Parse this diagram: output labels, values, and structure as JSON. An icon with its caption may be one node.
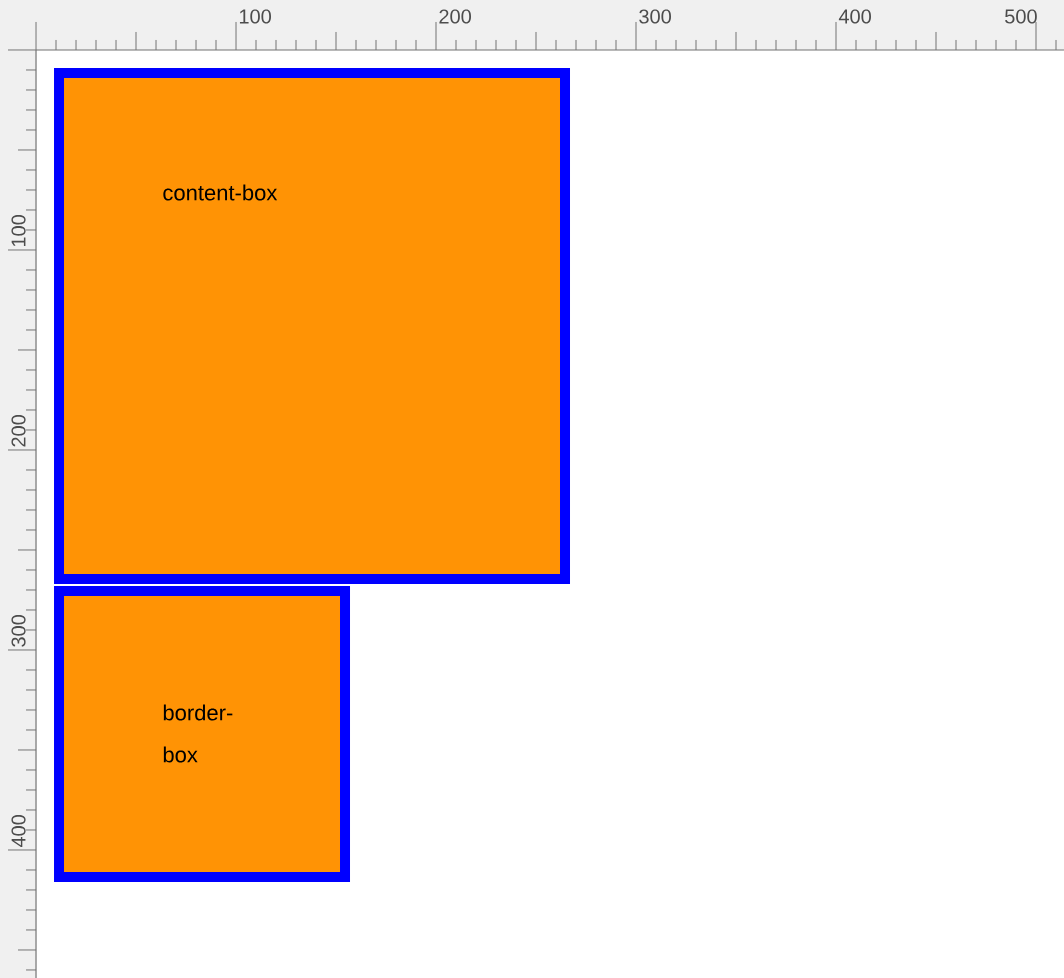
{
  "diagram": {
    "nodes": [
      {
        "text": [
          "content-box"
        ]
      },
      {
        "text": [
          "border-box"
        ]
      }
    ],
    "labels": [
      "100",
      "200",
      "300",
      "400",
      "500",
      "100",
      "200",
      "300",
      "400"
    ]
  }
}
